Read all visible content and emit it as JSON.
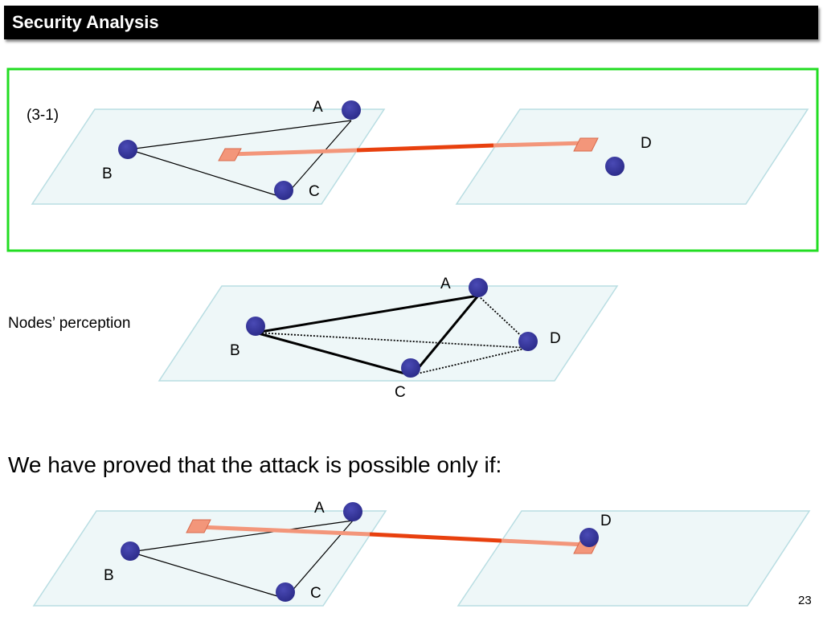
{
  "slide": {
    "title": "Security Analysis",
    "page_number": "23",
    "statement": "We have proved that the attack is possible only if:",
    "colors": {
      "node": "#333399",
      "plane": "#eef7f8",
      "plane_border": "#b8dde2",
      "highlight_box": "#22dd22",
      "tunnel_outer": "#f3967a",
      "tunnel_inner": "#e8400e"
    }
  },
  "scenario_1": {
    "label": "(3-1)",
    "nodes": {
      "a": "A",
      "b": "B",
      "c": "C",
      "d": "D"
    }
  },
  "scenario_2": {
    "label": "Nodes’ perception",
    "nodes": {
      "a": "A",
      "b": "B",
      "c": "C",
      "d": "D"
    }
  },
  "scenario_3": {
    "nodes": {
      "a": "A",
      "b": "B",
      "c": "C",
      "d": "D"
    }
  }
}
